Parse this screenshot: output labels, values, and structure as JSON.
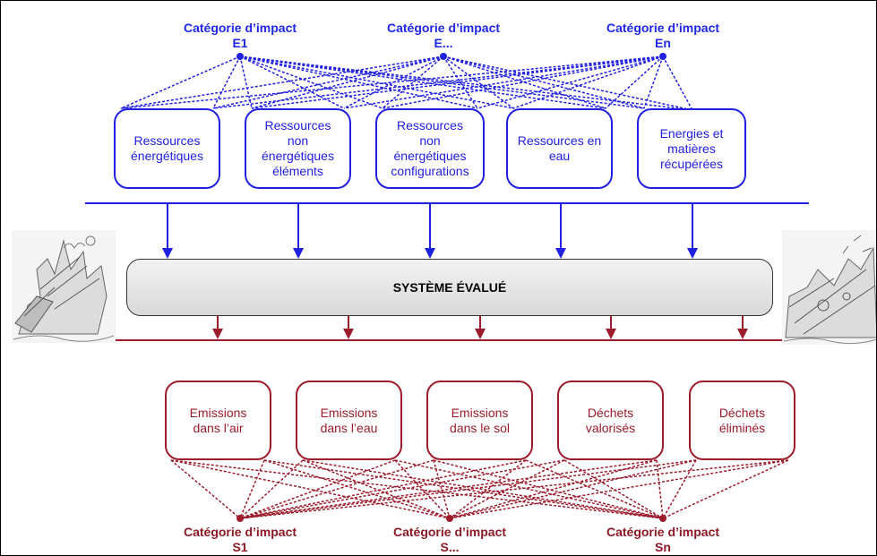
{
  "top_categories": [
    {
      "label": "Catégorie d’impact",
      "id": "E1"
    },
    {
      "label": "Catégorie d’impact",
      "id": "E..."
    },
    {
      "label": "Catégorie d’impact",
      "id": "En"
    }
  ],
  "inputs": [
    "Ressources\nénergétiques",
    "Ressources\nnon\nénergétiques\néléments",
    "Ressources\nnon\nénergétiques\nconfigurations",
    "Ressources en\neau",
    "Energies et\nmatières\nrécupérées"
  ],
  "system_label": "SYSTÈME ÉVALUÉ",
  "outputs": [
    "Emissions\ndans l’air",
    "Emissions\ndans l’eau",
    "Emissions\ndans le sol",
    "Déchets\nvalorisés",
    "Déchets\néliminés"
  ],
  "bottom_categories": [
    {
      "label": "Catégorie d’impact",
      "id": "S1"
    },
    {
      "label": "Catégorie d’impact",
      "id": "S..."
    },
    {
      "label": "Catégorie d’impact",
      "id": "Sn"
    }
  ],
  "colors": {
    "resources": "#2020e0",
    "emissions": "#9c1c2c",
    "system_border": "#333333",
    "system_fill": "#e0e0e0"
  },
  "illustrations": [
    "industrial-site-sketch",
    "waste-site-sketch"
  ]
}
